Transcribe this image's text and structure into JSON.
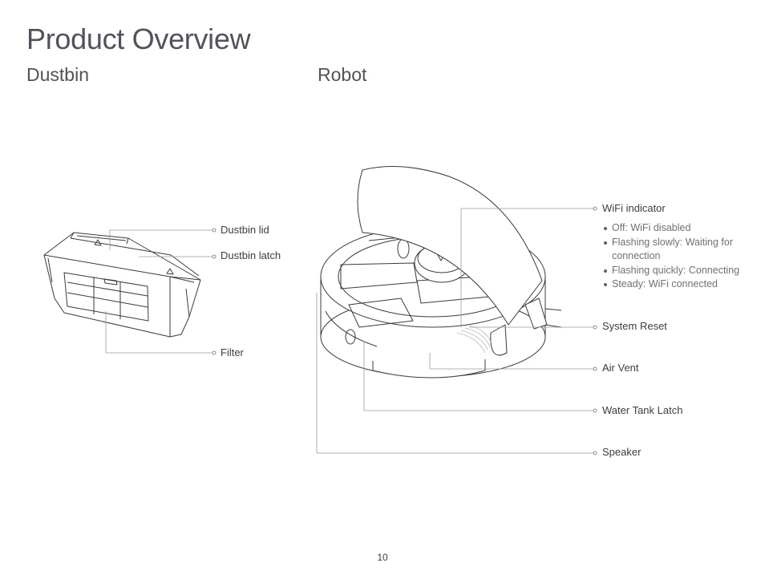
{
  "page": {
    "title": "Product Overview",
    "number": "10"
  },
  "dustbin": {
    "title": "Dustbin",
    "labels": {
      "lid": "Dustbin lid",
      "latch": "Dustbin latch",
      "filter": "Filter"
    }
  },
  "robot": {
    "title": "Robot",
    "labels": {
      "wifi": "WiFi indicator",
      "reset": "System Reset",
      "vent": "Air Vent",
      "latch": "Water Tank Latch",
      "speaker": "Speaker"
    },
    "wifi_states": [
      "Off: WiFi disabled",
      "Flashing slowly: Waiting for connection",
      "Flashing quickly: Connecting",
      "Steady: WiFi connected"
    ]
  }
}
